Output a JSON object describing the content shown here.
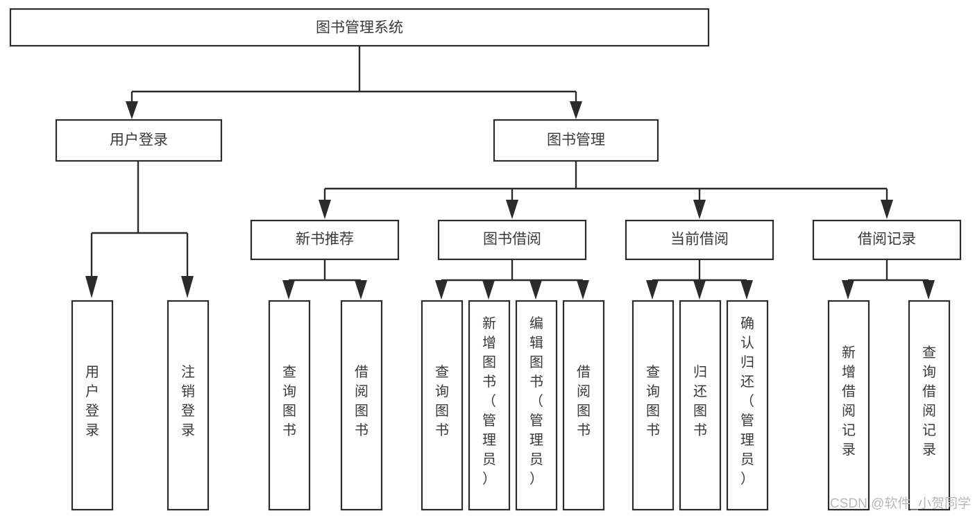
{
  "diagram": {
    "type": "hierarchy-tree",
    "title_node": {
      "id": "root",
      "label": "图书管理系统"
    },
    "level1": [
      {
        "id": "user-login",
        "label": "用户登录"
      },
      {
        "id": "book-manage",
        "label": "图书管理"
      }
    ],
    "level2": [
      {
        "id": "new-book-rec",
        "label": "新书推荐",
        "parent": "book-manage"
      },
      {
        "id": "book-borrow",
        "label": "图书借阅",
        "parent": "book-manage"
      },
      {
        "id": "current-borrow",
        "label": "当前借阅",
        "parent": "book-manage"
      },
      {
        "id": "borrow-record",
        "label": "借阅记录",
        "parent": "book-manage"
      }
    ],
    "leaves": [
      {
        "id": "leaf-user-login",
        "label": "用户登录",
        "parent": "user-login"
      },
      {
        "id": "leaf-logout",
        "label": "注销登录",
        "parent": "user-login"
      },
      {
        "id": "leaf-query-book-1",
        "label": "查询图书",
        "parent": "new-book-rec"
      },
      {
        "id": "leaf-borrow-book-1",
        "label": "借阅图书",
        "parent": "new-book-rec"
      },
      {
        "id": "leaf-query-book-2",
        "label": "查询图书",
        "parent": "book-borrow"
      },
      {
        "id": "leaf-add-book",
        "label": "新增图书（管理员）",
        "parent": "book-borrow"
      },
      {
        "id": "leaf-edit-book",
        "label": "编辑图书（管理员）",
        "parent": "book-borrow"
      },
      {
        "id": "leaf-borrow-book-2",
        "label": "借阅图书",
        "parent": "book-borrow"
      },
      {
        "id": "leaf-query-book-3",
        "label": "查询图书",
        "parent": "current-borrow"
      },
      {
        "id": "leaf-return-book",
        "label": "归还图书",
        "parent": "current-borrow"
      },
      {
        "id": "leaf-confirm-return",
        "label": "确认归还（管理员）",
        "parent": "current-borrow"
      },
      {
        "id": "leaf-add-record",
        "label": "新增借阅记录",
        "parent": "borrow-record"
      },
      {
        "id": "leaf-query-record",
        "label": "查询借阅记录",
        "parent": "borrow-record"
      }
    ]
  },
  "watermark": {
    "label": "CSDN @软件_小贺同学"
  },
  "colors": {
    "background": "#ffffff",
    "box_stroke": "#2b2b2b",
    "box_fill": "#ffffff",
    "text": "#3a3a3a",
    "watermark": "#b9b9b9"
  }
}
